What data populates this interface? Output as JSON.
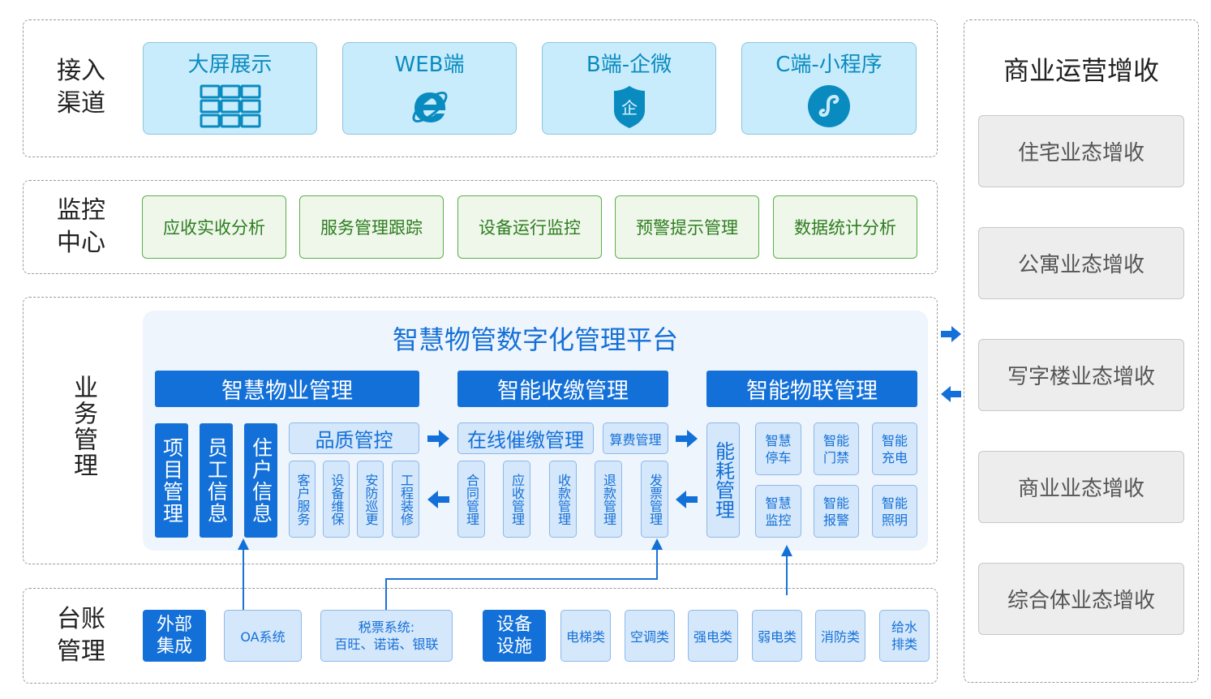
{
  "colors": {
    "primary_blue": "#1370d8",
    "light_blue_box": "#d4e7fb",
    "channel_box": "#c8ecfc",
    "channel_text": "#0a8bc0",
    "monitor_green": "#2e7d20",
    "monitor_bg": "#eef7ea",
    "revenue_gray": "#ededed"
  },
  "rows": {
    "access": {
      "label": "接入\n渠道",
      "channels": [
        {
          "label": "大屏展示",
          "icon": "grid-screen-icon"
        },
        {
          "label": "WEB端",
          "icon": "ie-browser-icon"
        },
        {
          "label": "B端-企微",
          "icon": "wecom-shield-icon",
          "icon_text": "企"
        },
        {
          "label": "C端-小程序",
          "icon": "mini-program-icon"
        }
      ]
    },
    "monitor": {
      "label": "监控\n中心",
      "items": [
        "应收实收分析",
        "服务管理跟踪",
        "设备运行监控",
        "预警提示管理",
        "数据统计分析"
      ]
    },
    "business": {
      "label": "业务管理",
      "platform_title": "智慧物管数字化管理平台",
      "property": {
        "header": "智慧物业管理",
        "columns": [
          "项目管理",
          "员工信息",
          "住户信息"
        ],
        "quality": "品质管控",
        "quality_items": [
          "客户服务",
          "设备维保",
          "安防巡更",
          "工程装修"
        ]
      },
      "billing": {
        "header": "智能收缴管理",
        "online": "在线催缴管理",
        "fee": "算费管理",
        "items": [
          "合同管理",
          "应收管理",
          "收款管理",
          "退款管理",
          "发票管理"
        ]
      },
      "iot": {
        "header": "智能物联管理",
        "energy": "能耗管理",
        "items": [
          "智慧\n停车",
          "智能\n门禁",
          "智能\n充电",
          "智慧\n监控",
          "智能\n报警",
          "智能\n照明"
        ]
      }
    },
    "ledger": {
      "label": "台账\n管理",
      "external": "外部\n集成",
      "oa": "OA系统",
      "tax_line1": "税票系统:",
      "tax_line2": "百旺、诺诺、银联",
      "equipment": "设备\n设施",
      "equipment_items": [
        "电梯类",
        "空调类",
        "强电类",
        "弱电类",
        "消防类",
        "给水\n排类"
      ]
    }
  },
  "revenue": {
    "title": "商业运营增收",
    "items": [
      "住宅业态增收",
      "公寓业态增收",
      "写字楼业态增收",
      "商业业态增收",
      "综合体业态增收"
    ]
  }
}
